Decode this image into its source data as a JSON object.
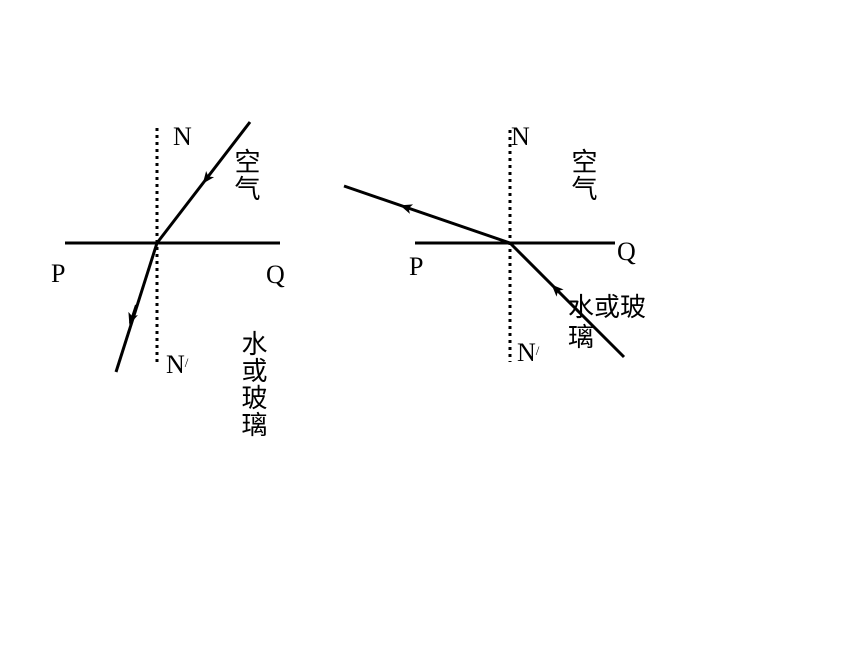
{
  "diagram_left": {
    "label_normal_top": "N",
    "label_normal_bottom": "N",
    "label_normal_bottom_prime": "/",
    "label_surface_left": "P",
    "label_surface_right": "Q",
    "medium_top": "空气",
    "medium_bottom": "水或玻璃"
  },
  "diagram_right": {
    "label_normal_top": "N",
    "label_normal_bottom": "N",
    "label_normal_bottom_prime": "/",
    "label_surface_left": "P",
    "label_surface_right": "Q",
    "medium_top": "空气",
    "medium_bottom": "水或玻璃"
  },
  "colors": {
    "line": "#000000",
    "background": "#ffffff"
  }
}
